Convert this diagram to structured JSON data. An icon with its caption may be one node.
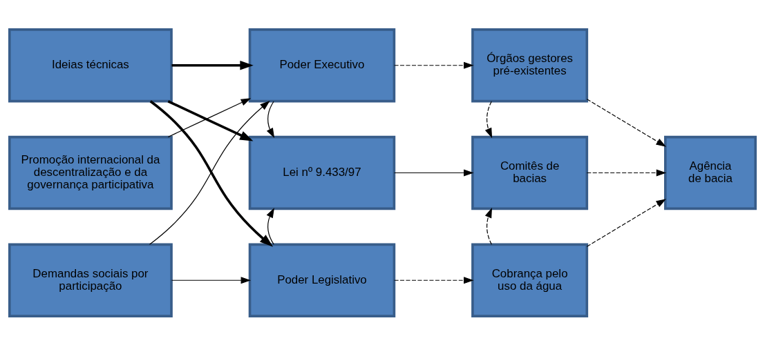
{
  "diagram": {
    "nodes": [
      {
        "text": [
          "Ideias técnicas"
        ]
      },
      {
        "text": [
          "Promoção internacional da descentralização e da governança participativa"
        ]
      },
      {
        "text": [
          "Demandas sociais por participação"
        ]
      },
      {
        "text": [
          "Poder Executivo"
        ]
      },
      {
        "text": [
          "Lei nº 9.433/97"
        ]
      },
      {
        "text": [
          "Poder Legislativo"
        ]
      },
      {
        "text": [
          "Órgãos gestores pré-existentes"
        ]
      },
      {
        "text": [
          "Comitês de bacias"
        ]
      },
      {
        "text": [
          "Cobrança pelo uso da água"
        ]
      },
      {
        "text": [
          "Agência de bacia"
        ]
      }
    ],
    "edges": [
      {
        "from": 0,
        "to": 3,
        "arrow": "to",
        "style": "thick"
      },
      {
        "from": 0,
        "to": 4,
        "arrow": "to",
        "style": "thick"
      },
      {
        "from": 0,
        "to": 5,
        "arrow": "to",
        "style": "thick"
      },
      {
        "from": 1,
        "to": 3,
        "arrow": "to"
      },
      {
        "from": 2,
        "to": 3,
        "arrow": "to"
      },
      {
        "from": 2,
        "to": 5,
        "arrow": "to"
      },
      {
        "from": 3,
        "to": 4,
        "arrow": "to"
      },
      {
        "from": 3,
        "to": 6,
        "arrow": "to",
        "style": "dashed"
      },
      {
        "from": 4,
        "to": 7,
        "arrow": "to"
      },
      {
        "from": 5,
        "to": 4,
        "arrow": "to"
      },
      {
        "from": 5,
        "to": 8,
        "arrow": "to",
        "style": "dashed"
      },
      {
        "from": 6,
        "to": 7,
        "arrow": "to",
        "style": "dashed"
      },
      {
        "from": 6,
        "to": 9,
        "arrow": "to",
        "style": "dashed"
      },
      {
        "from": 8,
        "to": 7,
        "arrow": "to",
        "style": "dashed"
      },
      {
        "from": 7,
        "to": 9,
        "arrow": "to",
        "style": "dashed"
      },
      {
        "from": 8,
        "to": 9,
        "arrow": "to",
        "style": "dashed"
      }
    ]
  }
}
